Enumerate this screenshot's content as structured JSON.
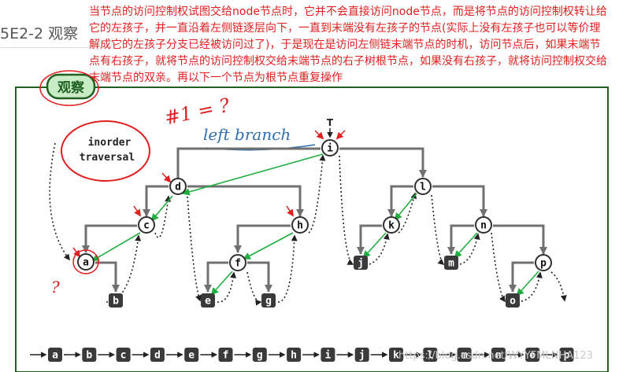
{
  "header": {
    "title": "5E2-2 观察"
  },
  "annotation": {
    "text": "当节点的访问控制权试图交给node节点时，它并不会直接访问node节点，而是将节点的访问控制权转让给它的左孩子，并一直沿着左侧链逐层向下，一直到末端没有左孩子的节点(实际上没有左孩子也可以等价理解成它的左孩子分支已经被访问过了)，于是现在是访问左侧链末端节点的时机，访问节点后，如果末端节点有右孩子，就将节点的访问控制权交给末端节点的右子树根节点，如果没有右孩子，就将访问控制权交给末端节点的双亲。再以下一个节点为根节点重复操作"
  },
  "diagram": {
    "badge": "观察",
    "circle_label": "inorder\ntraversal",
    "branch_label": "left branch",
    "root_marker": "T",
    "handwritten_note": "#1 = ?",
    "question_mark": "?",
    "tree_nodes": [
      {
        "id": "i",
        "label": "i"
      },
      {
        "id": "d",
        "label": "d"
      },
      {
        "id": "l",
        "label": "l"
      },
      {
        "id": "c",
        "label": "c"
      },
      {
        "id": "h",
        "label": "h"
      },
      {
        "id": "k",
        "label": "k"
      },
      {
        "id": "n",
        "label": "n"
      },
      {
        "id": "a",
        "label": "a"
      },
      {
        "id": "f",
        "label": "f"
      },
      {
        "id": "p",
        "label": "p"
      },
      {
        "id": "b",
        "label": "b"
      },
      {
        "id": "e",
        "label": "e"
      },
      {
        "id": "g",
        "label": "g"
      },
      {
        "id": "j",
        "label": "j"
      },
      {
        "id": "m",
        "label": "m"
      },
      {
        "id": "o",
        "label": "o"
      }
    ],
    "sequence": [
      "a",
      "b",
      "c",
      "d",
      "e",
      "f",
      "g",
      "h",
      "i",
      "j",
      "k",
      "l",
      "m",
      "n",
      "o",
      "p"
    ],
    "colors": {
      "edge": "#707070",
      "node": "#2f2f2f",
      "green": "#1fae3f",
      "red": "#e02020",
      "blue": "#2f6fb0",
      "frame": "#1f5f1f",
      "badge_fill": "#c8ecc6",
      "badge_text": "#1f5f1f"
    }
  },
  "watermark": "https://blog.csdn.net/WYYFMLNHA123"
}
